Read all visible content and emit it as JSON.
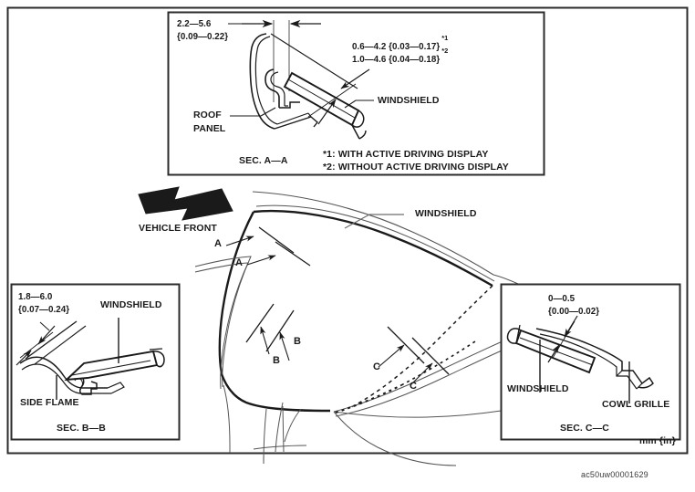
{
  "figure": {
    "units_note": "mm {in}",
    "figure_id": "ac50uw00001629"
  },
  "section_a": {
    "dim_top_mm": "2.2—5.6",
    "dim_top_in": "{0.09—0.22}",
    "dim_gap_1": "0.6—4.2 {0.03—0.17}",
    "dim_gap_1_note": "*1",
    "dim_gap_2": "1.0—4.6 {0.04—0.18}",
    "dim_gap_2_note": "*2",
    "label_roof_line1": "ROOF",
    "label_roof_line2": "PANEL",
    "label_windshield": "WINDSHIELD",
    "title": "SEC. A—A",
    "footnote_1": "*1: WITH ACTIVE DRIVING DISPLAY",
    "footnote_2": "*2: WITHOUT ACTIVE DRIVING DISPLAY"
  },
  "section_b": {
    "dim_mm": "1.8—6.0",
    "dim_in": "{0.07—0.24}",
    "label_windshield": "WINDSHIELD",
    "label_side_flame": "SIDE FLAME",
    "title": "SEC. B—B"
  },
  "section_c": {
    "dim_mm": "0—0.5",
    "dim_in": "{0.00—0.02}",
    "label_windshield": "WINDSHIELD",
    "label_cowl_grille": "COWL GRILLE",
    "title": "SEC. C—C"
  },
  "overview": {
    "direction_label": "VEHICLE FRONT",
    "label_windshield": "WINDSHIELD",
    "section_markers": [
      {
        "id": "a1",
        "label": "A"
      },
      {
        "id": "a2",
        "label": "A"
      },
      {
        "id": "b1",
        "label": "B"
      },
      {
        "id": "b2",
        "label": "B"
      },
      {
        "id": "c1",
        "label": "C"
      },
      {
        "id": "c2",
        "label": "C"
      }
    ]
  },
  "colors": {
    "ink": "#1a1a1a",
    "frame": "#2b2b2b",
    "light_line": "#6e6e6e",
    "background": "#ffffff"
  }
}
